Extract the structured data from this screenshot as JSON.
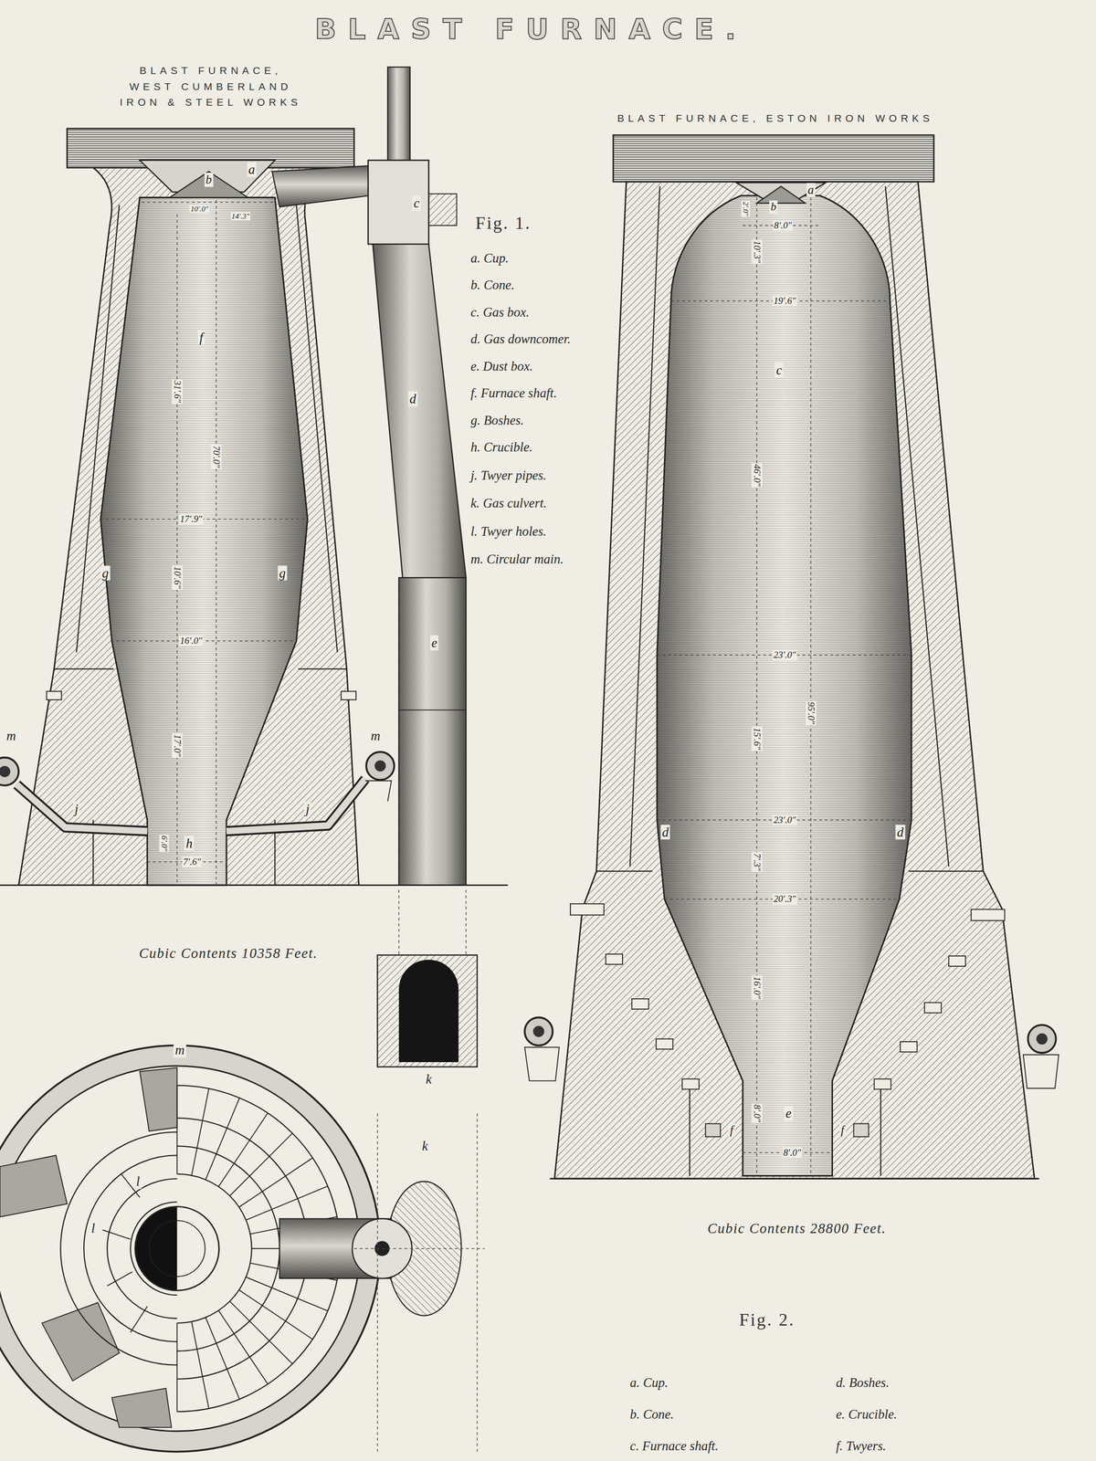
{
  "diagram": {
    "title": "BLAST FURNACE.",
    "labels": [
      "BLAST FURNACE, WEST CUMBERLAND IRON & STEEL WORKS",
      "Fig. 1.",
      "a. Cup.",
      "b. Cone.",
      "c. Gas box.",
      "d. Gas downcomer.",
      "e. Dust box.",
      "f. Furnace shaft.",
      "g. Boshes.",
      "h. Crucible.",
      "j. Twyer pipes.",
      "k. Gas culvert.",
      "l. Twyer holes.",
      "m. Circular main.",
      "a",
      "b",
      "c",
      "d",
      "e",
      "f",
      "g",
      "g",
      "h",
      "j",
      "j",
      "m",
      "m",
      "10′.0″",
      "14′.3″",
      "31′.6″",
      "70′.0″",
      "17′.9″",
      "10′.6″",
      "16′.0″",
      "17′.0″",
      "6′.0″",
      "7′.6″",
      "Cubic Contents 10358 Feet.",
      "k",
      "m",
      "l",
      "l",
      "k",
      "BLAST FURNACE, ESTON IRON WORKS",
      "a",
      "b",
      "c",
      "d",
      "d",
      "e",
      "f",
      "f",
      "2′.0″",
      "8′.0″",
      "10′.3″",
      "19′.6″",
      "46′.0″",
      "23′.0″",
      "15′.6″",
      "95′.0″",
      "23′.0″",
      "7′.3″",
      "20′.3″",
      "16′.0″",
      "8′.0″",
      "8′.0″",
      "Cubic Contents 28800 Feet.",
      "Fig. 2.",
      "a. Cup.",
      "b. Cone.",
      "c. Furnace shaft.",
      "d. Boshes.",
      "e. Crucible.",
      "f. Twyers."
    ]
  }
}
